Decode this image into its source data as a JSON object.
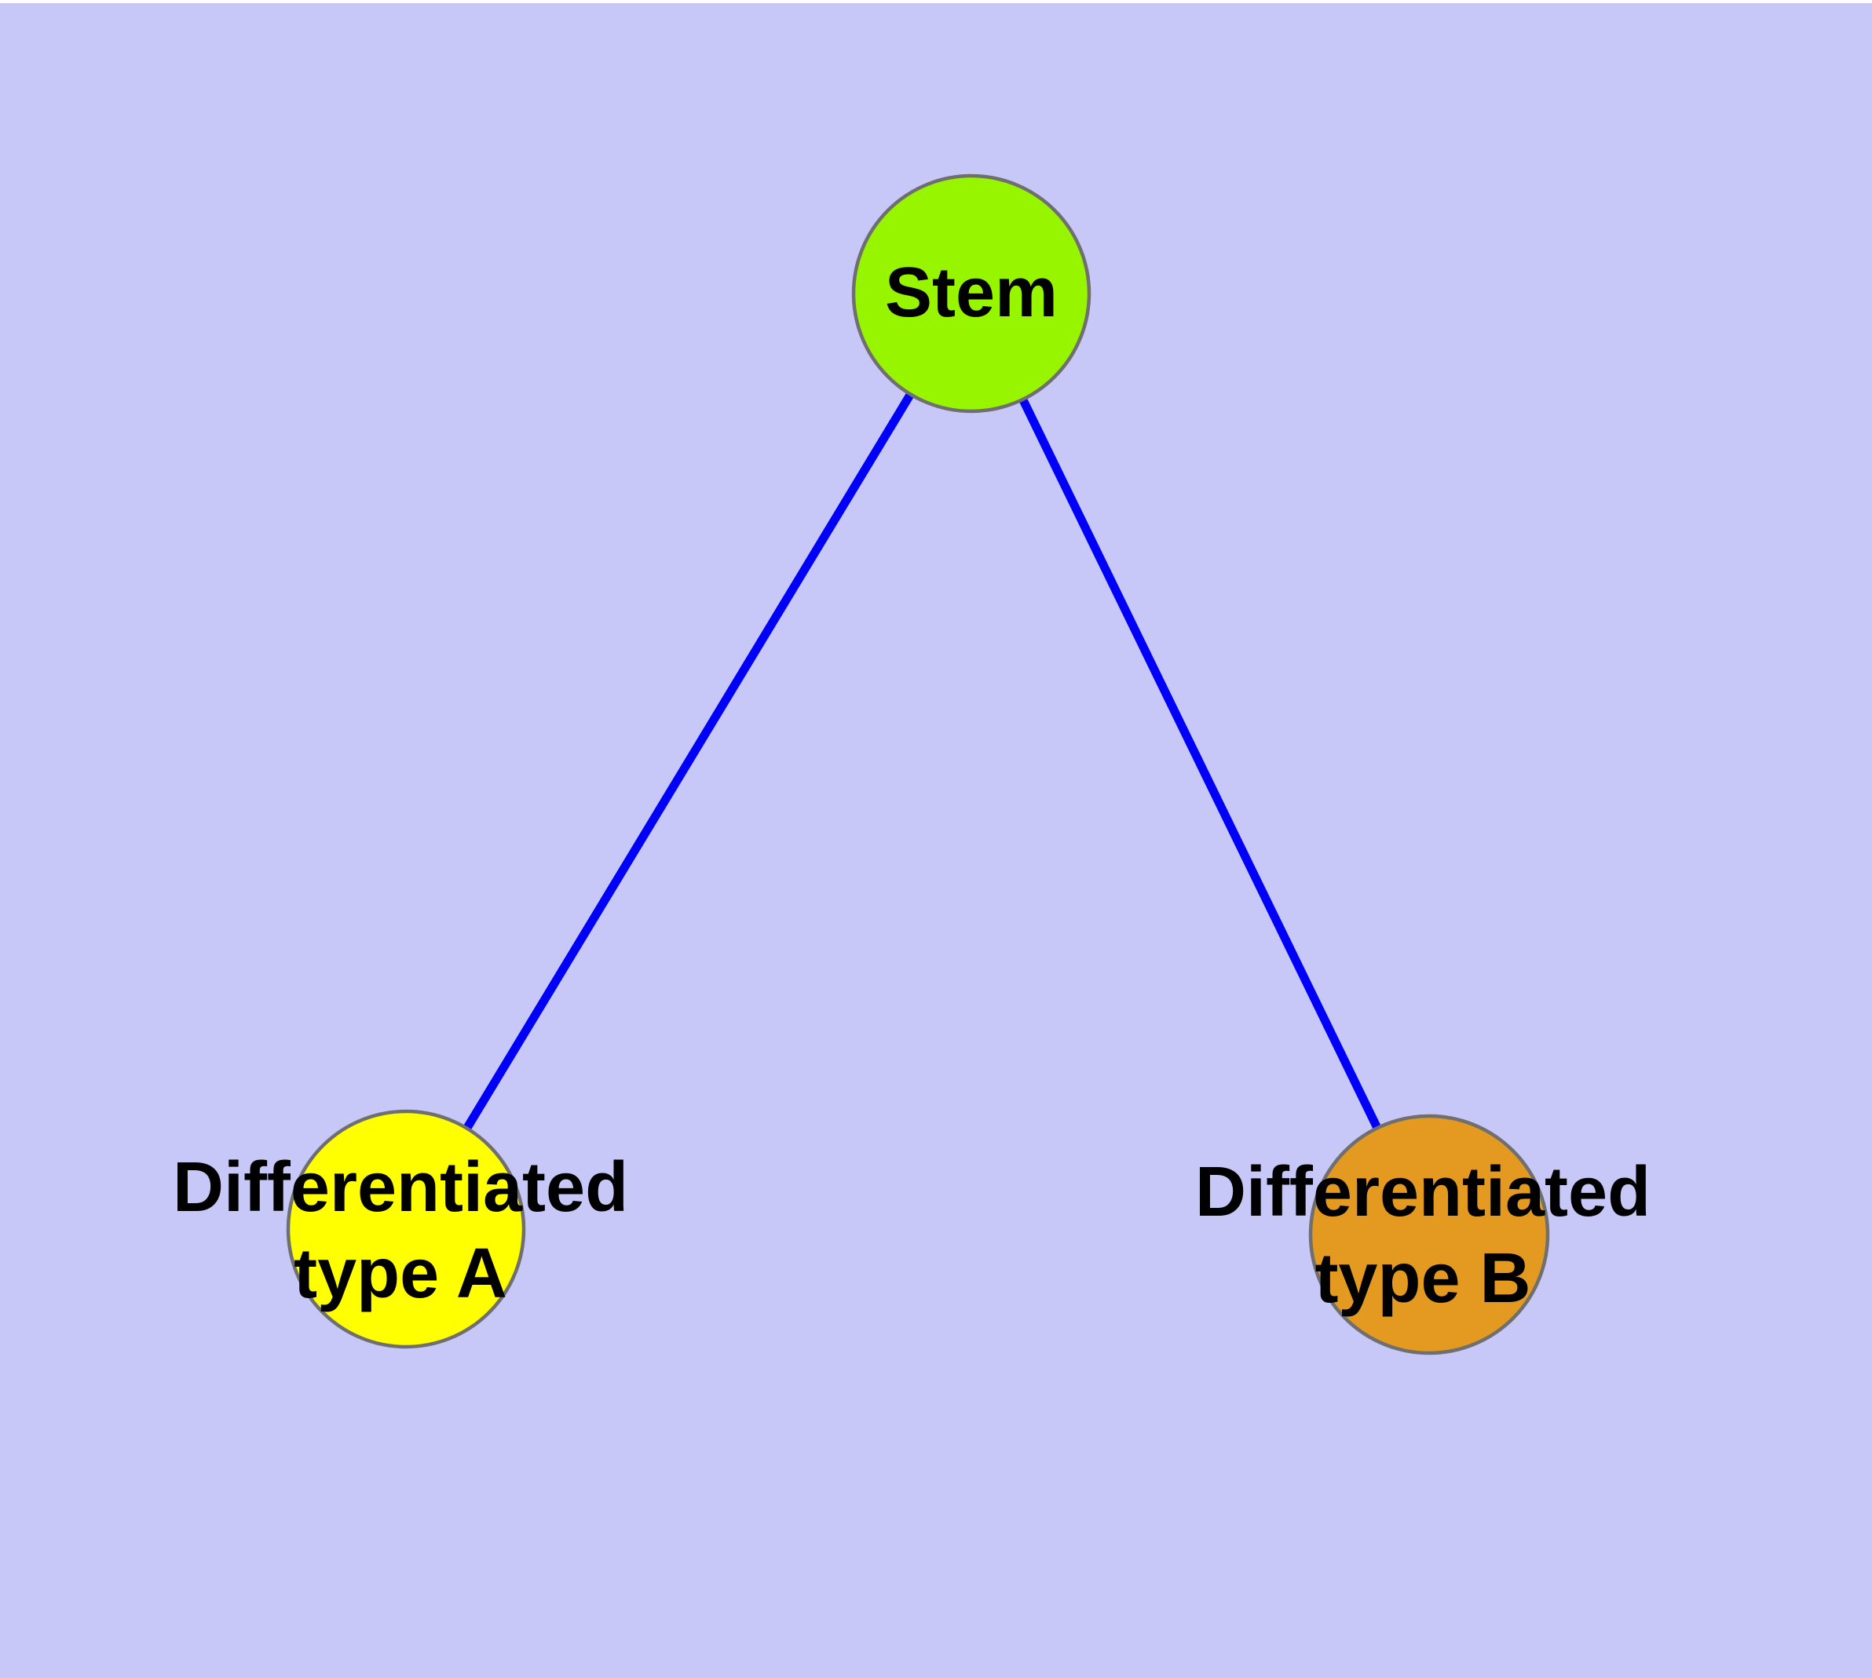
{
  "figure": {
    "type": "node-link-diagram",
    "background_color": "#C8C8F8",
    "top_strip_color": "#FFFFFF"
  },
  "colors": {
    "edge": "#0000FA",
    "node_border": "#6F6F6F",
    "label_text": "#000000"
  },
  "graph": {
    "nodes": [
      {
        "id": "stem",
        "label": "Stem",
        "color": "#98F500"
      },
      {
        "id": "diff-a",
        "label": "Differentiated\ntype A",
        "color": "#FFFF00"
      },
      {
        "id": "diff-b",
        "label": "Differentiated\ntype B",
        "color": "#E49A20"
      }
    ],
    "edges": [
      {
        "from": "stem",
        "to": "diff-a"
      },
      {
        "from": "stem",
        "to": "diff-b"
      }
    ]
  }
}
